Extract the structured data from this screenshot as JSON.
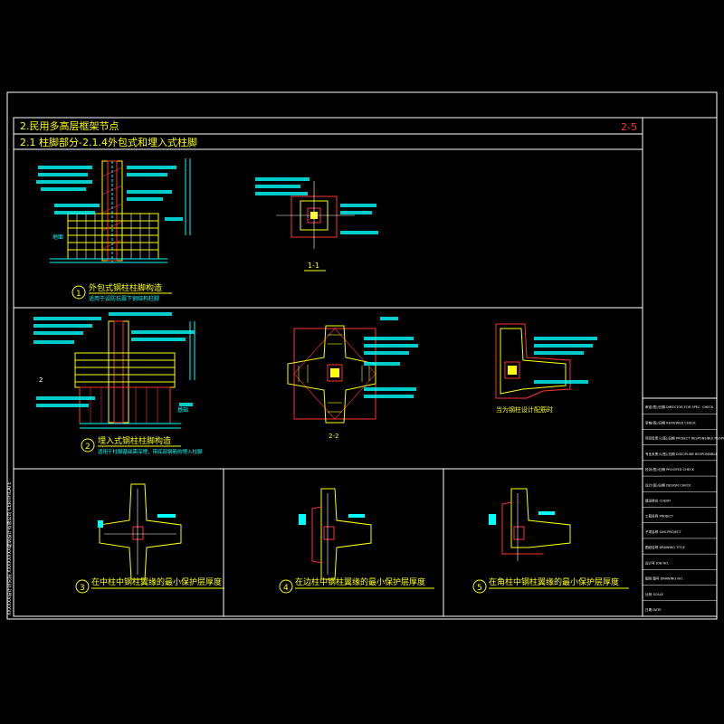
{
  "header": {
    "section_title": "2.民用多高层框架节点",
    "subsection_title": "2.1 柱脚部分-2.1.4外包式和埋入式柱脚",
    "sheet_number": "2-5"
  },
  "details": [
    {
      "number": "1",
      "title": "外包式钢柱柱脚构造",
      "note": "适用于设防抗震下钢结构柱脚"
    },
    {
      "number": "2",
      "title": "埋入式钢柱柱脚构造",
      "note": "适用于柱脚基础需深埋，带底部钢筋的埋入柱脚"
    },
    {
      "number": "3",
      "title": "在中柱中钢柱翼缘的最小保护层厚度"
    },
    {
      "number": "4",
      "title": "在边柱中钢柱翼缘的最小保护层厚度"
    },
    {
      "number": "5",
      "title": "在角柱中钢柱翼缘的最小保护层厚度"
    }
  ],
  "section_marks": {
    "sec_1_1": "1-1",
    "sec_2_2": "2-2",
    "corner_note": "当为钢柱设计配筋时",
    "label_ground": "地面",
    "label_foundation": "基础",
    "label_mark_1": "1",
    "label_mark_2": "2"
  },
  "title_block": {
    "rows": [
      "审定(签)/日期 DIRECTOR FOR SPEC. CHECK",
      "审核(签)/日期 REVIEWED CHECK",
      "项目负责人(签)/日期 PROJECT RESPONSIBLE PEOPLE",
      "专业负责人(签)/日期 DISCIPLINE RESPONSIBLE",
      "校对(签)/日期 PROOFED CHECK",
      "设计(签)/日期 DESIGN CHECK",
      "建设单位 CLIENT",
      "工程名称 PROJECT",
      "子项名称 SUB-PROJECT",
      "图纸名称 DRAWING TITLE",
      "设计号 JOB NO.",
      "图别 图号 DRAWING NO.",
      "比例 SCALE",
      "日期 DATE"
    ]
  },
  "side_text": "XXXXXX设计研究院 XXXXXXXX建筑设计有限公司 CERTIFICATE"
}
